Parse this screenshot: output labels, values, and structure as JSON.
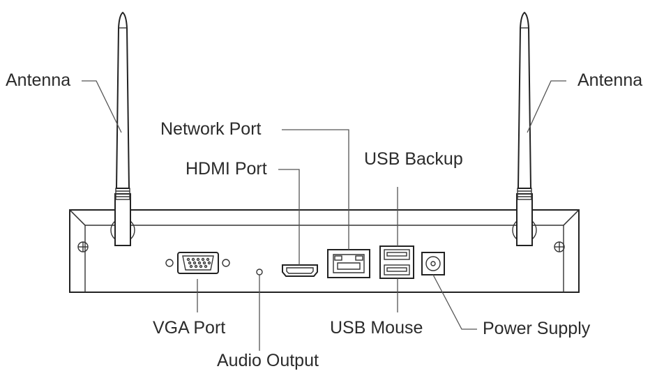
{
  "labels": {
    "antenna_left": "Antenna",
    "antenna_right": "Antenna",
    "network_port": "Network Port",
    "hdmi_port": "HDMI Port",
    "usb_backup": "USB Backup",
    "vga_port": "VGA Port",
    "audio_output": "Audio  Output",
    "usb_mouse": "USB Mouse",
    "power_supply": "Power Supply"
  },
  "colors": {
    "line": "#222222",
    "text": "#2b2b2b"
  }
}
